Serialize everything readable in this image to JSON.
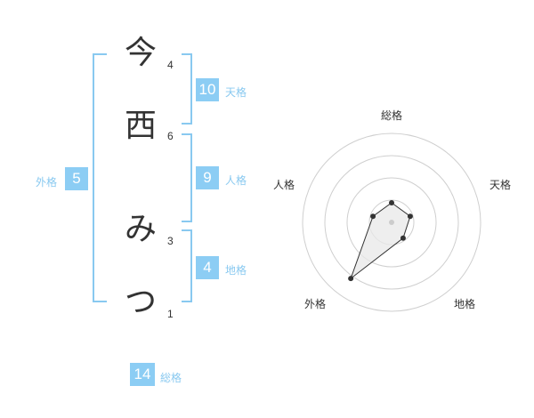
{
  "name": {
    "chars": [
      {
        "char": "今",
        "strokes": "4"
      },
      {
        "char": "西",
        "strokes": "6"
      },
      {
        "char": "み",
        "strokes": "3"
      },
      {
        "char": "つ",
        "strokes": "1"
      }
    ]
  },
  "fortune": {
    "tenkaku": {
      "value": "10",
      "label": "天格"
    },
    "jinkaku": {
      "value": "9",
      "label": "人格"
    },
    "chikaku": {
      "value": "4",
      "label": "地格"
    },
    "gaikaku": {
      "value": "5",
      "label": "外格"
    },
    "soukaku": {
      "value": "14",
      "label": "総格"
    }
  },
  "colors": {
    "accent": "#8ccdf4",
    "bracket": "#89c9f0",
    "text": "#333333"
  },
  "chart_data": {
    "type": "radar",
    "axes": [
      "総格",
      "天格",
      "地格",
      "外格",
      "人格"
    ],
    "values": [
      0.22,
      0.22,
      0.22,
      0.78,
      0.22
    ],
    "max": 1,
    "rings": 4
  }
}
